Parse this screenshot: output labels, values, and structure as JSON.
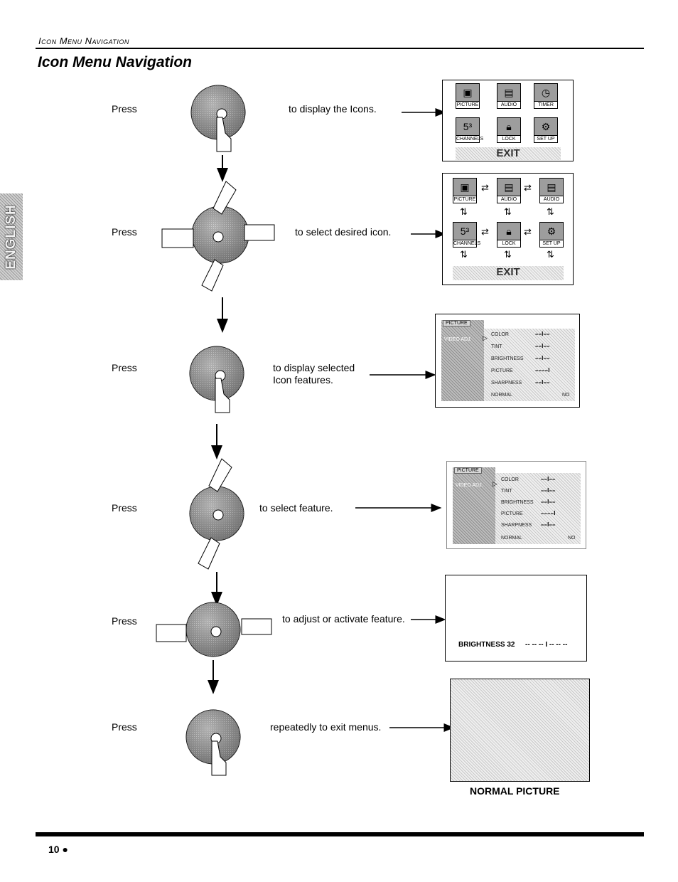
{
  "running_head": "Icon Menu Navigation",
  "title": "Icon Menu Navigation",
  "side_tab": "ENGLISH",
  "steps": [
    {
      "press": "Press",
      "text": "to display the Icons."
    },
    {
      "press": "Press",
      "text": "to select desired icon."
    },
    {
      "press": "Press",
      "text_line1": "to display selected",
      "text_line2": "Icon features."
    },
    {
      "press": "Press",
      "text": "to select feature."
    },
    {
      "press": "Press",
      "text": "to adjust or activate feature."
    },
    {
      "press": "Press",
      "text": "repeatedly to exit menus."
    }
  ],
  "icon_menu": {
    "icons": [
      "PICTURE",
      "AUDIO",
      "TIMER",
      "CHANNELS",
      "LOCK",
      "SET UP"
    ],
    "exit": "EXIT"
  },
  "icon_menu_select": {
    "icons": [
      "PICTURE",
      "AUDIO",
      "AUDIO",
      "CHANNELS",
      "LOCK",
      "SET UP"
    ],
    "exit": "EXIT"
  },
  "picture_menu": {
    "tab": "PICTURE",
    "submenu": "VIDEO ADJ.",
    "items": [
      "COLOR",
      "TINT",
      "BRIGHTNESS",
      "PICTURE",
      "SHARPNESS",
      "NORMAL"
    ],
    "normal_value": "NO"
  },
  "adjust_screen": {
    "label": "BRIGHTNESS 32",
    "bar": "-- -- -- I -- -- --"
  },
  "normal_caption": "NORMAL PICTURE",
  "page_number": "10"
}
